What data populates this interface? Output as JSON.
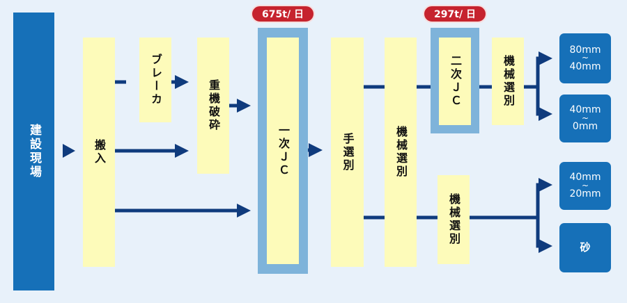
{
  "site": "建設現場",
  "carry_in": "搬入",
  "breaker": "ブレーカ",
  "heavy_crushing": "重機破砕",
  "primary_jc": "一次ＪＣ",
  "hand_sort": "手選別",
  "mechanical_sort_1": "機械選別",
  "secondary_jc": "二次ＪＣ",
  "mechanical_sort_2": "機械選別",
  "mechanical_sort_3": "機械選別",
  "badge_primary": "675t/ 日",
  "badge_secondary": "297t/ 日",
  "outputs": {
    "o1": {
      "top": "80mm",
      "sep": "~",
      "bottom": "40mm"
    },
    "o2": {
      "top": "40mm",
      "sep": "~",
      "bottom": "0mm"
    },
    "o3": {
      "top": "40mm",
      "sep": "~",
      "bottom": "20mm"
    },
    "o4": "砂"
  },
  "colors": {
    "background": "#e8f1fa",
    "accent_blue": "#1670b8",
    "frame_blue": "#7eb3da",
    "process_yellow": "#fdfbba",
    "badge_red": "#c6232e",
    "line_navy": "#0f3b7d"
  }
}
